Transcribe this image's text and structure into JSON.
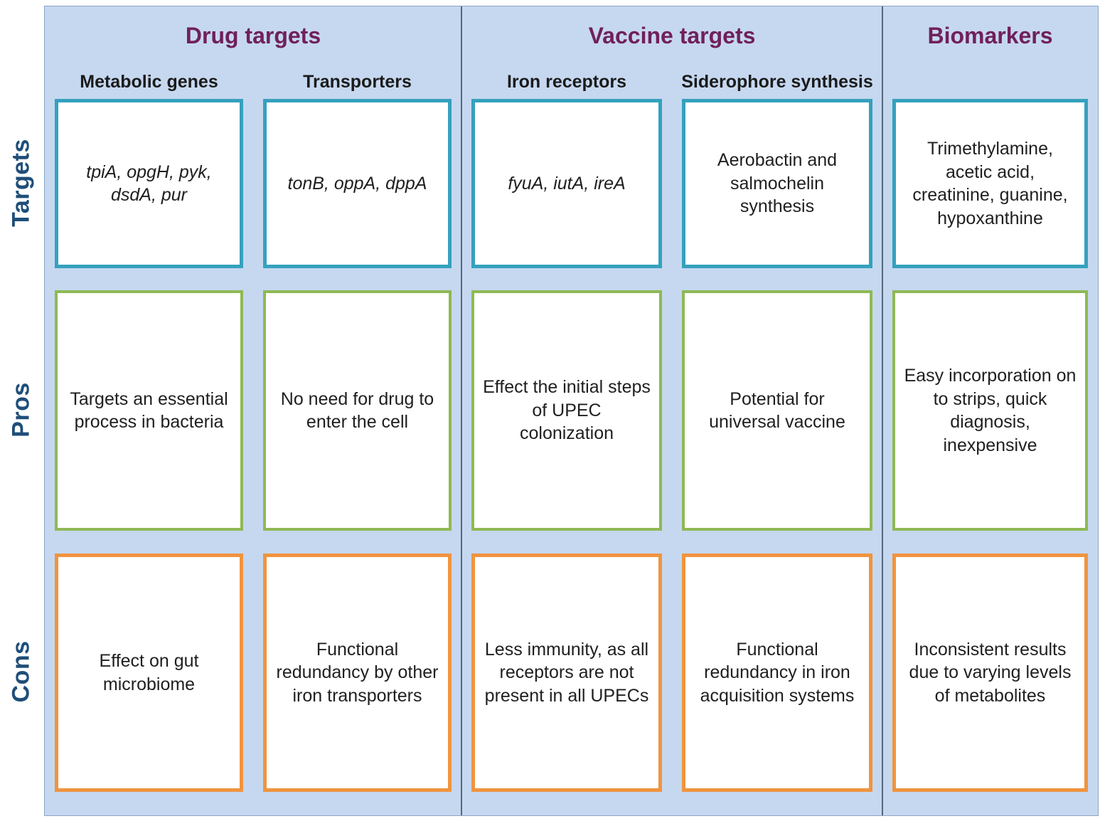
{
  "palette": {
    "panel_bg": "#c6d8f0",
    "panel_border": "#8aa5c8",
    "divider": "#54677e",
    "section_title_color": "#70205b",
    "row_label_color": "#1f4e79",
    "targets_card_border": "#35a1bd",
    "pros_card_border": "#8fb953",
    "cons_card_border": "#f0943e",
    "card_bg": "#ffffff",
    "cell_text_color": "#1f1f1f"
  },
  "sections": [
    {
      "title": "Drug targets"
    },
    {
      "title": "Vaccine targets"
    },
    {
      "title": "Biomarkers"
    }
  ],
  "subheaders": [
    "Metabolic genes",
    "Transporters",
    "Iron receptors",
    "Siderophore synthesis",
    ""
  ],
  "rows": {
    "targets": {
      "label": "Targets",
      "cells": [
        "tpiA, opgH, pyk, dsdA, pur",
        "tonB, oppA, dppA",
        "fyuA, iutA, ireA",
        "Aerobactin and salmochelin synthesis",
        "Trimethylamine, acetic acid, creatinine, guanine, hypoxanthine"
      ]
    },
    "pros": {
      "label": "Pros",
      "cells": [
        "Targets an essential process in bacteria",
        "No need for drug to enter the cell",
        "Effect the initial steps of UPEC colonization",
        "Potential for universal vaccine",
        "Easy incorporation on to strips, quick diagnosis, inexpensive"
      ]
    },
    "cons": {
      "label": "Cons",
      "cells": [
        "Effect on gut microbiome",
        "Functional redundancy by other iron transporters",
        "Less immunity, as all receptors are not present in all UPECs",
        "Functional redundancy in iron acquisition systems",
        "Inconsistent results due to varying levels of metabolites"
      ]
    }
  }
}
